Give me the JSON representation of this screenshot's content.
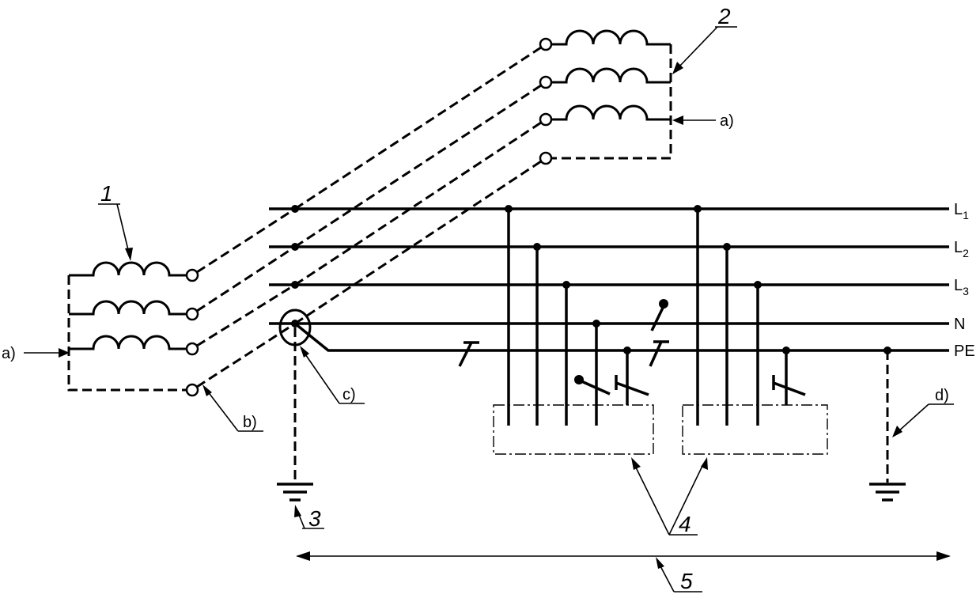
{
  "buses": [
    {
      "id": "l1",
      "main": "L",
      "sub": "1"
    },
    {
      "id": "l2",
      "main": "L",
      "sub": "2"
    },
    {
      "id": "l3",
      "main": "L",
      "sub": "3"
    },
    {
      "id": "n",
      "main": "N",
      "sub": ""
    },
    {
      "id": "pe",
      "main": "PE",
      "sub": ""
    }
  ],
  "callouts": {
    "item1": "1",
    "item2": "2",
    "item3": "3",
    "item4": "4",
    "item5": "5",
    "note_a_left": "a)",
    "note_a_right": "a)",
    "note_b": "b)",
    "note_c": "c)",
    "note_d": "d)"
  }
}
